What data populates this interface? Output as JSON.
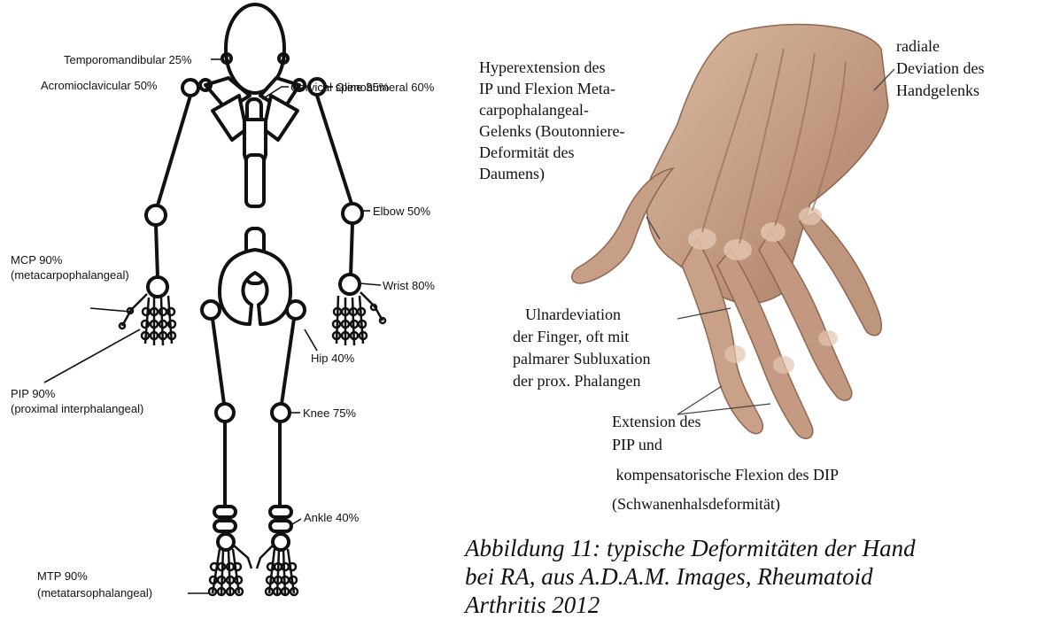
{
  "skeleton": {
    "labels": {
      "temporomandibular": "Temporomandibular 25%",
      "cervical_spine": "Cervical spine 35%",
      "acromioclavicular": "Acromioclavicular 50%",
      "glenohumeral": "Glenohumeral 60%",
      "elbow": "Elbow 50%",
      "mcp": "MCP 90%",
      "mcp_full": "(metacarpophalangeal)",
      "wrist": "Wrist 80%",
      "hip": "Hip 40%",
      "pip": "PIP 90%",
      "pip_full": "(proximal interphalangeal)",
      "knee": "Knee 75%",
      "ankle": "Ankle 40%",
      "mtp": "MTP 90%",
      "mtp_full": "(metatarsophalangeal)"
    }
  },
  "hand": {
    "colors": {
      "skin": "#c9a48c",
      "shadow": "#8f6650",
      "highlight": "#e6ccb8"
    },
    "labels": {
      "thumb_1": "Hyperextension des",
      "thumb_2": "IP und Flexion Meta-",
      "thumb_3": "carpophalangeal-",
      "thumb_4": "Gelenks (Boutonniere-",
      "thumb_5": "Deformität des",
      "thumb_6": "Daumens)",
      "radial_1": "radiale",
      "radial_2": "Deviation des",
      "radial_3": "Handgelenks",
      "ulnar_1": "Ulnardeviation",
      "ulnar_2": "der Finger, oft mit",
      "ulnar_3": "palmarer Subluxation",
      "ulnar_4": "der prox. Phalangen",
      "swan_1": "Extension des",
      "swan_2": "PIP und",
      "swan_3": " kompensatorische Flexion des DIP",
      "swan_4": "(Schwanenhalsdeformität)"
    }
  },
  "caption": {
    "line1": "Abbildung 11: typische Deformitäten der Hand",
    "line2": "bei RA, aus A.D.A.M. Images, Rheumatoid",
    "line3": "Arthritis 2012"
  }
}
